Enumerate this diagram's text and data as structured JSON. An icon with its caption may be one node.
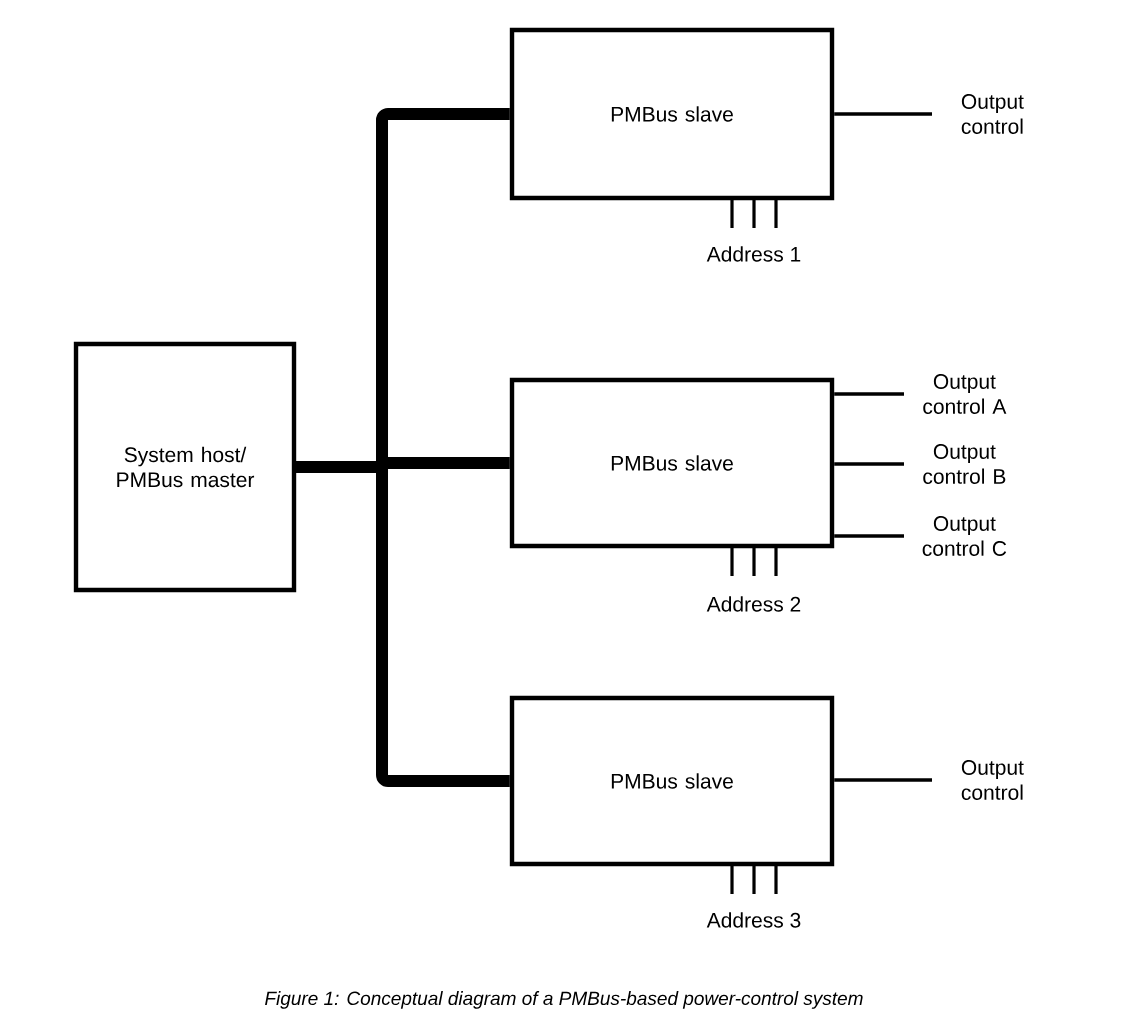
{
  "diagram": {
    "caption": "Figure 1: Conceptual diagram of a PMBus-based power-control system",
    "nodes": [
      {
        "text": [
          "System host/ PMBus master"
        ]
      },
      {
        "text": [
          "PMBus slave"
        ]
      },
      {
        "text": [
          "PMBus slave"
        ]
      },
      {
        "text": [
          "PMBus slave"
        ]
      },
      {
        "text": [
          "Output control"
        ]
      },
      {
        "text": [
          "Output control A"
        ]
      },
      {
        "text": [
          "Output control B"
        ]
      },
      {
        "text": [
          "Output control C"
        ]
      },
      {
        "text": [
          "Output control"
        ]
      }
    ],
    "edges": [
      {
        "from": 0,
        "to": 1,
        "arrow": "none",
        "style": "thick"
      },
      {
        "from": 0,
        "to": 2,
        "arrow": "none",
        "style": "thick"
      },
      {
        "from": 0,
        "to": 3,
        "arrow": "none",
        "style": "thick"
      },
      {
        "from": 1,
        "to": 4,
        "arrow": "none"
      },
      {
        "from": 2,
        "to": 5,
        "arrow": "none"
      },
      {
        "from": 2,
        "to": 6,
        "arrow": "none"
      },
      {
        "from": 2,
        "to": 7,
        "arrow": "none"
      },
      {
        "from": 3,
        "to": 8,
        "arrow": "none"
      }
    ],
    "labels": [
      "Address 1",
      "Address 2",
      "Address 3"
    ]
  }
}
